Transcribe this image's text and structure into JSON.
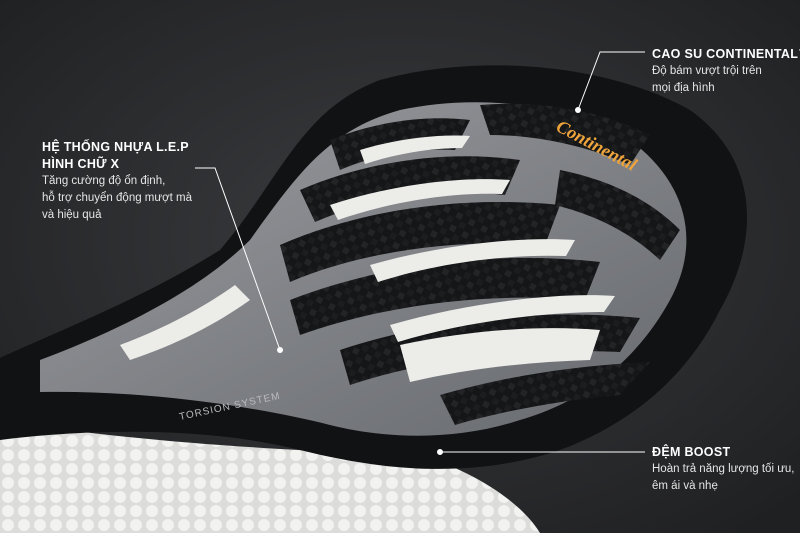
{
  "callouts": {
    "continental": {
      "title": "CAO SU CONTINENTAL™",
      "desc_lines": [
        "Độ bám vượt trội trên",
        "mọi địa hình"
      ]
    },
    "lep": {
      "title_lines": [
        "HỆ THỐNG NHỰA L.E.P",
        "HÌNH CHỮ X"
      ],
      "desc_lines": [
        "Tăng cường độ ổn định,",
        "hỗ trợ chuyển động mượt mà",
        "và hiệu quả"
      ]
    },
    "boost": {
      "title": "ĐỆM BOOST",
      "desc_lines": [
        "Hoàn trả năng lượng tối ưu,",
        "êm ái và nhẹ"
      ]
    }
  },
  "sole_marks": {
    "brand_logo": "Continental",
    "torsion_label": "TORSION SYSTEM"
  },
  "colors": {
    "background": "#2a2b2d",
    "rubber": "#141516",
    "boost_foam": "#e8e8e6",
    "translucent_frame": "#8e9196",
    "logo": "#f0a53c",
    "text": "#ffffff"
  }
}
